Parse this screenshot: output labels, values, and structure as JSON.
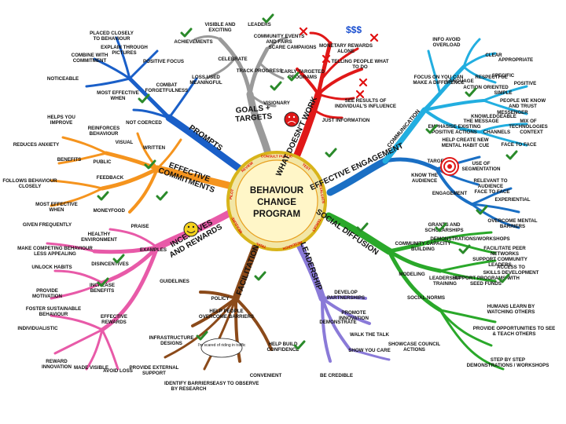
{
  "center": {
    "line1": "BEHAVIOUR",
    "line2": "CHANGE",
    "line3": "PROGRAM",
    "ring": [
      "CONSULT PUBLIC",
      "TEST",
      "EVALUATE",
      "TARGET",
      "RESEARCH",
      "TRIAL",
      "MEASURE",
      "PILOT",
      "REVIEW"
    ]
  },
  "branches": {
    "goals": {
      "label": "GOALS + TARGETS",
      "color": "#9a9a9a",
      "items": [
        "VISIBLE AND EXCITING",
        "LEADERS",
        "ACHIEVEMENTS",
        "COMMUNITY EVENTS AND FAIRS",
        "CELEBRATE",
        "LOSS USED MEANINGFUL",
        "TRACK PROGRESS",
        "VISIONARY"
      ]
    },
    "what_doesnt_work": {
      "label": "WHAT DOESN'T WORK",
      "color": "#e01818",
      "items": [
        "SCARE CAMPAIGNS",
        "MONETARY REWARDS ALONE",
        "TELLING PEOPLE WHAT TO DO",
        "EARLY TARGETED PROGRAMS",
        "SEE RESULTS OF INDIVIDUAL'S INFLUENCE",
        "JUST INFORMATION"
      ],
      "money": "$$$"
    },
    "communication": {
      "label": "COMMUNICATION",
      "color": "#22aee0",
      "items": [
        "INFO AVOID OVERLOAD",
        "CLEAR",
        "FOCUS ON YOU CAN MAKE A DIFFERENCE",
        "LANGUAGE",
        "APPROPRIATE",
        "SPECIFIC",
        "ACTION ORIENTED",
        "SIMPLE",
        "POSITIVE",
        "RESPECTFUL",
        "PEOPLE WE KNOW AND TRUST",
        "MESSENGER",
        "KNOWLEDGEABLE",
        "MIX OF TECHNOLOGIES",
        "THE MESSAGE",
        "FACE TO FACE",
        "EMPHASISE EXISTING POSITIVE ACTIONS",
        "HELP CREATE NEW MENTAL HABIT CUE",
        "CHANNELS",
        "CONTEXT"
      ]
    },
    "effective_engagement": {
      "label": "EFFECTIVE ENGAGEMENT",
      "color": "#1a6fc4",
      "items": [
        "KNOW THE AUDIENCE",
        "TARGET",
        "USE OF SEGMENTATION",
        "ENGAGEMENT",
        "RELEVANT TO AUDIENCE",
        "FACE TO FACE",
        "EXPERIENTIAL",
        "OVERCOME MENTAL BARRIERS"
      ]
    },
    "social_diffusion": {
      "label": "SOCIAL DIFFUSION",
      "color": "#2aa82a",
      "items": [
        "GRANTS AND SCHOLARSHIPS",
        "COMMUNITY CAPACITY BUILDING",
        "DEMONSTRATIONS/WORKSHOPS",
        "FACILITATE PEER NETWORKS",
        "SUPPORT COMMUNITY LEADERS",
        "ACCESS TO SKILLS DEVELOPMENT",
        "LEADERSHIP TRAINING",
        "SUPPORT PROGRAMS WITH SEED FUNDS",
        "MODELING",
        "SOCIAL NORMS",
        "HUMANS LEARN BY WATCHING OTHERS",
        "PROVIDE OPPORTUNITIES TO SEE & TEACH OTHERS",
        "STEP BY STEP DEMONSTRATIONS / WORKSHOPS"
      ]
    },
    "leadership": {
      "label": "LEADERSHIP",
      "color": "#8a7ad8",
      "items": [
        "DEVELOP PARTNERSHIPS",
        "PROMOTE INNOVATION",
        "SHOWCASE COUNCIL ACTIONS",
        "WALK THE TALK",
        "SHOW YOU CARE",
        "BE CREDIBLE",
        "DEMONSTRATE"
      ]
    },
    "facilitation": {
      "label": "FACILITATION",
      "color": "#8b4a1a",
      "items": [
        "GUIDELINES",
        "POLICY",
        "INFRASTRUCTURE DESIGNS",
        "HELP BUILD CONFIDENCE",
        "CONVENIENT",
        "EASY TO OBSERVE",
        "IDENTIFY BARRIERS BY RESEARCH",
        "PROVIDE EXTERNAL SUPPORT",
        "HELP PEOPLE OVERCOME BARRIERS"
      ],
      "speech": "I'm scared of riding in traffic"
    },
    "incentives": {
      "label": "INCENTIVES AND REWARDS",
      "color": "#e85aa8",
      "items": [
        "EXAMPLES",
        "DISINCENTIVES",
        "MAKE COMPETING BEHAVIOUR LESS APPEALING",
        "UNLOCK HABITS",
        "PROVIDE MOTIVATION",
        "INCREASE BENEFITS",
        "FOSTER SUSTAINABLE BEHAVIOUR",
        "EFFECTIVE REWARDS",
        "INDIVIDUALISTIC",
        "REWARD INNOVATION",
        "MADE VISIBLE",
        "AVOID LOSS"
      ]
    },
    "effective_commitments": {
      "label": "EFFECTIVE COMMITMENTS",
      "color": "#f5941e",
      "items": [
        "BENEFITS",
        "PUBLIC",
        "WRITTEN",
        "FEEDBACK",
        "HELPS YOU IMPROVE",
        "REINFORCES BEHAVIOUR",
        "REDUCES ANXIETY",
        "FOLLOWS BEHAVIOUR CLOSELY",
        "MOST EFFECTIVE WHEN",
        "GIVEN FREQUENTLY",
        "MONEY",
        "FOOD",
        "PRAISE",
        "HEALTHY ENVIRONMENT",
        "VISUAL"
      ]
    },
    "prompts": {
      "label": "PROMPTS",
      "color": "#1a5fc8",
      "items": [
        "PLACED CLOSELY TO BEHAVIOUR",
        "EXPLAIN THROUGH PICTURES",
        "COMBINE WITH COMMITMENT",
        "POSITIVE FOCUS",
        "NOTICEABLE",
        "MOST EFFECTIVE WHEN",
        "COMBAT FORGETFULNESS",
        "NOT COERCED"
      ]
    }
  }
}
